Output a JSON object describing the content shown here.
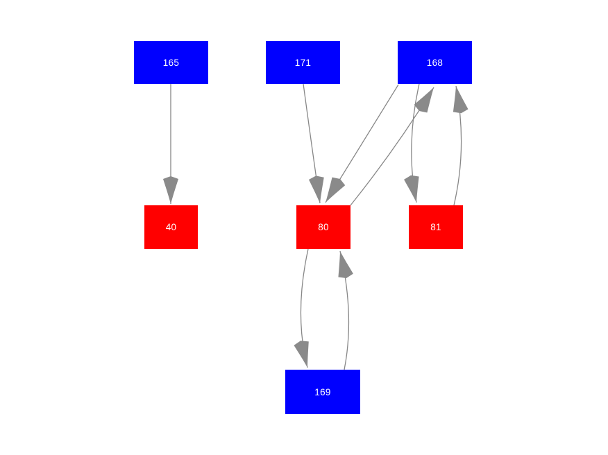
{
  "diagram": {
    "type": "directed-graph",
    "background_color": "#ffffff",
    "edge_color": "#878787",
    "arrowhead_color": "#8a8a8a",
    "label_color": "#ffffff",
    "node_colors": {
      "blue": "#0000ff",
      "red": "#ff0000"
    },
    "nodes": [
      {
        "id": "165",
        "label": "165",
        "color": "#0000ff",
        "row": "top"
      },
      {
        "id": "171",
        "label": "171",
        "color": "#0000ff",
        "row": "top"
      },
      {
        "id": "168",
        "label": "168",
        "color": "#0000ff",
        "row": "top"
      },
      {
        "id": "40",
        "label": "40",
        "color": "#ff0000",
        "row": "middle"
      },
      {
        "id": "80",
        "label": "80",
        "color": "#ff0000",
        "row": "middle"
      },
      {
        "id": "81",
        "label": "81",
        "color": "#ff0000",
        "row": "middle"
      },
      {
        "id": "169",
        "label": "169",
        "color": "#0000ff",
        "row": "bottom"
      }
    ],
    "edges": [
      {
        "from": "165",
        "to": "40"
      },
      {
        "from": "171",
        "to": "80"
      },
      {
        "from": "168",
        "to": "80"
      },
      {
        "from": "80",
        "to": "168"
      },
      {
        "from": "168",
        "to": "81"
      },
      {
        "from": "81",
        "to": "168"
      },
      {
        "from": "80",
        "to": "169"
      },
      {
        "from": "169",
        "to": "80"
      }
    ]
  }
}
